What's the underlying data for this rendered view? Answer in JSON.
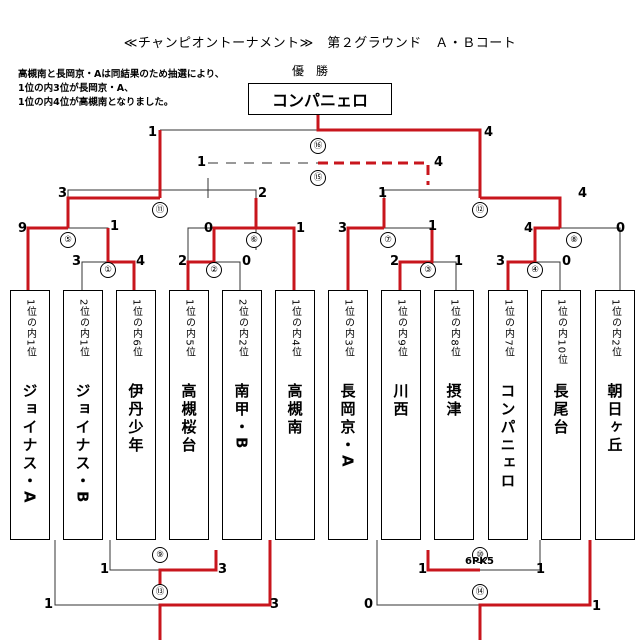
{
  "title": "≪チャンピオントーナメント≫　第２グラウンド　Ａ・Ｂコート",
  "note": [
    "高槻南と長岡京・Aは同結果のため抽選により、",
    "1位の内3位が長岡京・A、",
    "1位の内4位が高槻南となりました。"
  ],
  "yusho_label": "優　勝",
  "champion": "コンパニェロ",
  "teams": [
    {
      "rank": "1位の内1位",
      "name": "ジョイナス・A"
    },
    {
      "rank": "2位の内1位",
      "name": "ジョイナス・B"
    },
    {
      "rank": "1位の内6位",
      "name": "伊丹少年"
    },
    {
      "rank": "1位の内5位",
      "name": "高槻桜台"
    },
    {
      "rank": "2位の内2位",
      "name": "南甲・B"
    },
    {
      "rank": "1位の内4位",
      "name": "高槻南"
    },
    {
      "rank": "1位の内3位",
      "name": "長岡京・A"
    },
    {
      "rank": "1位の内9位",
      "name": "川西"
    },
    {
      "rank": "1位の内8位",
      "name": "摂津"
    },
    {
      "rank": "1位の内7位",
      "name": "コンパニェロ"
    },
    {
      "rank": "1位の内10位",
      "name": "長尾台"
    },
    {
      "rank": "1位の内2位",
      "name": "朝日ヶ丘"
    }
  ],
  "match_numbers": [
    "⑯",
    "⑮",
    "⑪",
    "⑫",
    "⑤",
    "⑥",
    "⑦",
    "⑧",
    "①",
    "②",
    "③",
    "④",
    "⑨",
    "⑩",
    "⑬",
    "⑭"
  ],
  "scores": {
    "final_left": "1",
    "final_right": "4",
    "third_left": "1",
    "third_right": "4",
    "m11_left": "3",
    "m11_right": "2",
    "m12_left": "1",
    "m12_right": "4",
    "m5_left": "9",
    "m5_right": "1",
    "m6_left": "0",
    "m6_right": "1",
    "m7_left": "3",
    "m7_right": "1",
    "m8_left": "4",
    "m8_right": "0",
    "m1_left": "3",
    "m1_right": "4",
    "m2_left": "2",
    "m2_right": "0",
    "m3_left": "2",
    "m3_right": "1",
    "m4_left": "3",
    "m4_right": "0",
    "m9_left": "1",
    "m9_right": "3",
    "m10_left": "1",
    "m10_right": "1",
    "m13_left": "1",
    "m13_right": "3",
    "m14_left": "0",
    "m14_right": "1"
  },
  "pk_note": "6PK5",
  "colors": {
    "win": "#c8161d",
    "line": "#333333"
  }
}
